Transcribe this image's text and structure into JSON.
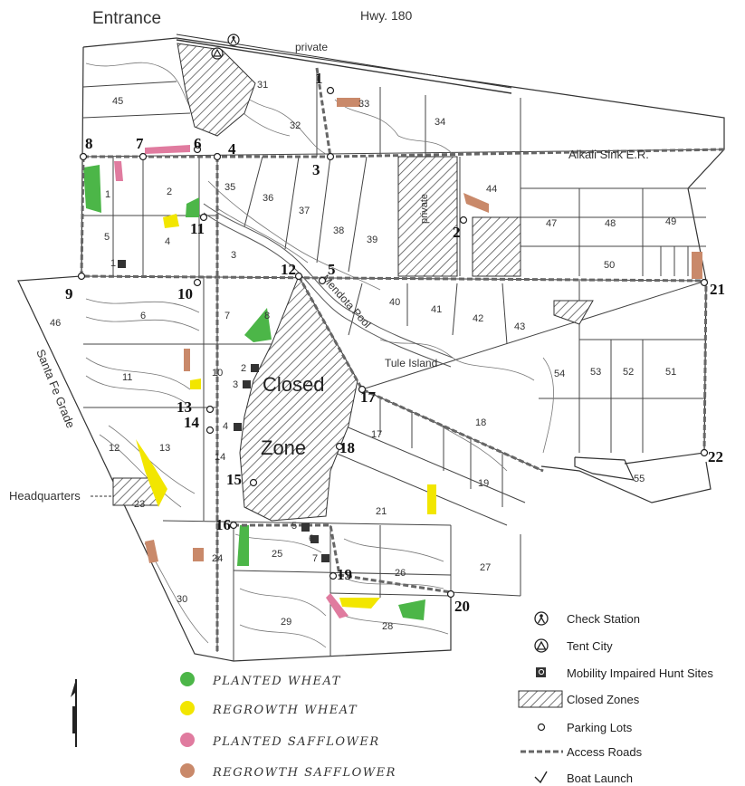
{
  "map": {
    "labels": {
      "entrance": "Entrance",
      "highway": "Hwy. 180",
      "private_top": "private",
      "private_vertical": "private",
      "alkali": "Alkali Sink E.R.",
      "mendota": "Mendota Pool",
      "tule": "Tule Island",
      "santa_fe": "Santa Fe Grade",
      "headquarters": "Headquarters",
      "closed": "Closed",
      "zone": "Zone"
    },
    "parcels": [
      {
        "id": "45",
        "text": "45"
      },
      {
        "id": "31",
        "text": "31"
      },
      {
        "id": "32",
        "text": "32"
      },
      {
        "id": "33",
        "text": "33"
      },
      {
        "id": "34",
        "text": "34"
      },
      {
        "id": "35",
        "text": "35"
      },
      {
        "id": "36",
        "text": "36"
      },
      {
        "id": "37",
        "text": "37"
      },
      {
        "id": "38",
        "text": "38"
      },
      {
        "id": "39",
        "text": "39"
      },
      {
        "id": "44",
        "text": "44"
      },
      {
        "id": "47",
        "text": "47"
      },
      {
        "id": "48",
        "text": "48"
      },
      {
        "id": "49",
        "text": "49"
      },
      {
        "id": "50",
        "text": "50"
      },
      {
        "id": "40",
        "text": "40"
      },
      {
        "id": "41",
        "text": "41"
      },
      {
        "id": "42",
        "text": "42"
      },
      {
        "id": "43",
        "text": "43"
      },
      {
        "id": "54",
        "text": "54"
      },
      {
        "id": "53",
        "text": "53"
      },
      {
        "id": "52",
        "text": "52"
      },
      {
        "id": "51",
        "text": "51"
      },
      {
        "id": "46",
        "text": "46"
      },
      {
        "id": "1a",
        "text": "1"
      },
      {
        "id": "2a",
        "text": "2"
      },
      {
        "id": "3a",
        "text": "3"
      },
      {
        "id": "4a",
        "text": "4"
      },
      {
        "id": "5a",
        "text": "5"
      },
      {
        "id": "6",
        "text": "6"
      },
      {
        "id": "7",
        "text": "7"
      },
      {
        "id": "8a",
        "text": "8"
      },
      {
        "id": "10",
        "text": "10"
      },
      {
        "id": "11",
        "text": "11"
      },
      {
        "id": "12",
        "text": "12"
      },
      {
        "id": "13",
        "text": "13"
      },
      {
        "id": "14",
        "text": "14"
      },
      {
        "id": "17",
        "text": "17"
      },
      {
        "id": "18",
        "text": "18"
      },
      {
        "id": "19",
        "text": "19"
      },
      {
        "id": "21",
        "text": "21"
      },
      {
        "id": "23",
        "text": "23"
      },
      {
        "id": "24",
        "text": "24"
      },
      {
        "id": "25",
        "text": "25"
      },
      {
        "id": "26",
        "text": "26"
      },
      {
        "id": "27",
        "text": "27"
      },
      {
        "id": "28",
        "text": "28"
      },
      {
        "id": "29",
        "text": "29"
      },
      {
        "id": "30",
        "text": "30"
      },
      {
        "id": "55",
        "text": "55"
      }
    ],
    "parking_numbers": [
      "1",
      "2",
      "3",
      "4",
      "5",
      "6",
      "7",
      "8",
      "9",
      "10",
      "11",
      "12",
      "13",
      "14",
      "15",
      "16",
      "17",
      "18",
      "19",
      "20",
      "21",
      "22"
    ],
    "hunt_sites": [
      "1",
      "2",
      "3",
      "4",
      "5",
      "6",
      "7"
    ]
  },
  "legend": {
    "crops": [
      {
        "label": "PLANTED WHEAT",
        "color": "#4cb648"
      },
      {
        "label": "REGROWTH WHEAT",
        "color": "#f2e600"
      },
      {
        "label": "PLANTED SAFFLOWER",
        "color": "#e07b9f"
      },
      {
        "label": "REGROWTH SAFFLOWER",
        "color": "#c9896a"
      }
    ],
    "symbols": [
      {
        "label": "Check Station",
        "icon": "check-station-icon"
      },
      {
        "label": "Tent City",
        "icon": "tent-city-icon"
      },
      {
        "label": "Mobility Impaired Hunt Sites",
        "icon": "wheelchair-icon"
      },
      {
        "label": "Closed Zones",
        "icon": "hatch-icon"
      },
      {
        "label": "Parking Lots",
        "icon": "parking-circle-icon"
      },
      {
        "label": "Access Roads",
        "icon": "access-road-icon"
      },
      {
        "label": "Boat Launch",
        "icon": "boat-launch-icon"
      }
    ]
  }
}
